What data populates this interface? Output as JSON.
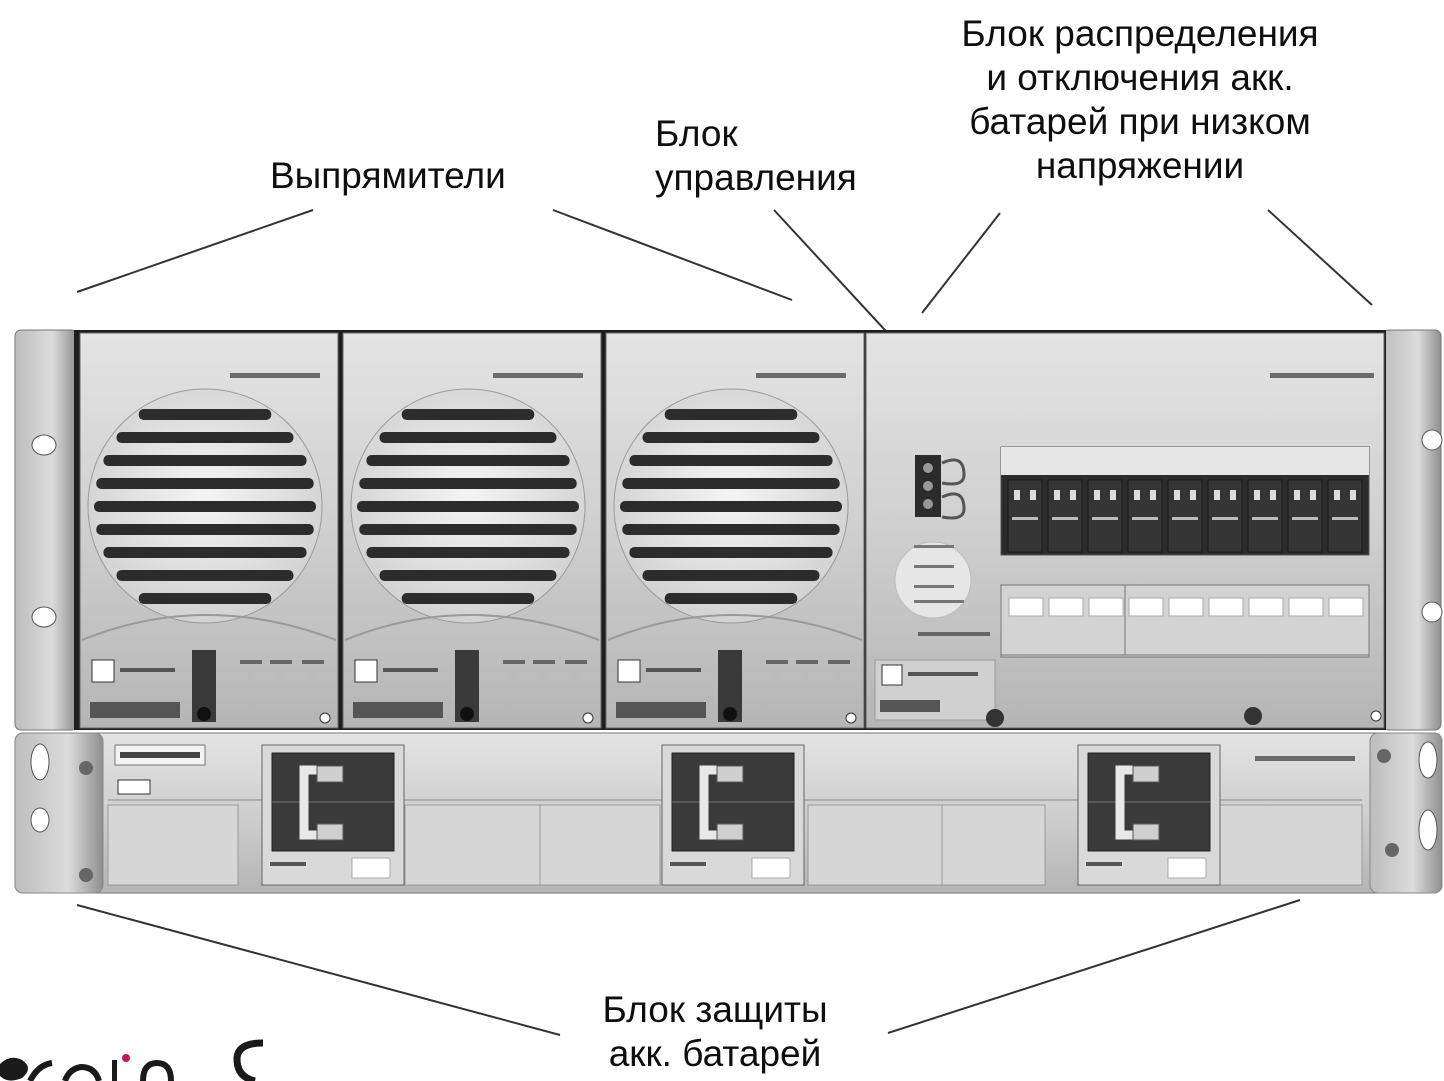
{
  "labels": {
    "rectifiers": "Выпрямители",
    "control_unit": [
      "Блок",
      "управления"
    ],
    "distribution_unit": [
      "Блок распределения",
      "и отключения акк.",
      "батарей при низком",
      "напряжении"
    ],
    "battery_protection": [
      "Блок защиты",
      "акк. батарей"
    ]
  },
  "colors": {
    "rack_metal": "#c9c9c9",
    "panel_light": "#dcdcdc",
    "panel_dark": "#2f2f2f",
    "leader_line": "#333333",
    "watermark_accent": "#c2185b"
  }
}
